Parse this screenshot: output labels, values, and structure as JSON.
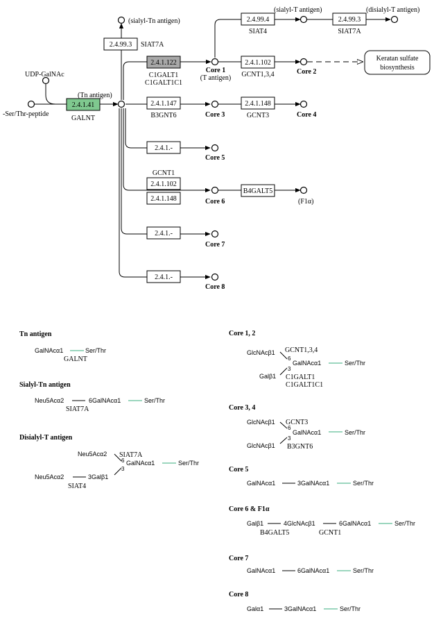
{
  "pathway": {
    "nodes": {
      "ser_thr": "-Ser/Thr-peptide",
      "udp_galnac": "UDP-GalNAc",
      "tn": "(Tn antigen)",
      "sialyl_tn": "(sialyl-Tn antigen)",
      "core1": "Core 1",
      "core1_sub": "(T antigen)",
      "sialyl_t": "(sialyl-T antigen)",
      "disialyl_t": "(disialyl-T antigen)",
      "core2": "Core 2",
      "core3": "Core 3",
      "core4": "Core 4",
      "core5": "Core 5",
      "core6": "Core 6",
      "f1a": "(F1α)",
      "core7": "Core 7",
      "core8": "Core 8",
      "keratan_1": "Keratan sulfate",
      "keratan_2": "biosynthesis"
    },
    "enzymes": {
      "galnt_ec": "2.4.1.41",
      "galnt": "GALNT",
      "siat7a_ec": "2.4.99.3",
      "siat7a": "SIAT7A",
      "c1galt_ec": "2.4.1.122",
      "c1galt1": "C1GALT1",
      "c1galt1c1": "C1GALT1C1",
      "siat4_ec": "2.4.99.4",
      "siat4": "SIAT4",
      "siat7a2_ec": "2.4.99.3",
      "siat7a2": "SIAT7A",
      "gcnt134_ec": "2.4.1.102",
      "gcnt134": "GCNT1,3,4",
      "b3gnt6_ec": "2.4.1.147",
      "b3gnt6": "B3GNT6",
      "gcnt3_ec": "2.4.1.148",
      "gcnt3": "GCNT3",
      "core5_ec": "2.4.1.-",
      "gcnt1": "GCNT1",
      "gcnt1_ec1": "2.4.1.102",
      "gcnt1_ec2": "2.4.1.148",
      "b4galt5": "B4GALT5",
      "core7_ec": "2.4.1.-",
      "core8_ec": "2.4.1.-"
    },
    "colors": {
      "galnt_box": "#7fc88f",
      "c1galt_box": "#a8a8a8",
      "link_line": "#7ac9a8"
    }
  },
  "legend": {
    "tn": {
      "title": "Tn antigen",
      "sugar": "GalNAcα1",
      "end": "Ser/Thr",
      "enzyme": "GALNT"
    },
    "sialyl_tn": {
      "title": "Sialyl-Tn antigen",
      "s1": "Neu5Acα2",
      "s2": "6GalNAcα1",
      "end": "Ser/Thr",
      "enzyme": "SIAT7A"
    },
    "disialyl_t": {
      "title": "Disialyl-T antigen",
      "s1": "Neu5Acα2",
      "enz1": "SIAT7A",
      "n6": "6",
      "center": "GalNAcα1",
      "n3": "3",
      "s2": "Neu5Acα2",
      "s3": "3Galβ1",
      "enz2": "SIAT4",
      "end": "Ser/Thr"
    },
    "core12": {
      "title": "Core 1, 2",
      "s1": "GlcNAcβ1",
      "enz1": "GCNT1,3,4",
      "n6": "6",
      "center": "GalNAcα1",
      "n3": "3",
      "s2": "Galβ1",
      "enz2": "C1GALT1",
      "enz3": "C1GALT1C1",
      "end": "Ser/Thr"
    },
    "core34": {
      "title": "Core 3, 4",
      "s1": "GlcNAcβ1",
      "enz1": "GCNT3",
      "n6": "6",
      "center": "GalNAcα1",
      "n3": "3",
      "s2": "GlcNAcβ1",
      "enz2": "B3GNT6",
      "end": "Ser/Thr"
    },
    "core5": {
      "title": "Core 5",
      "s1": "GalNAcα1",
      "s2": "3GalNAcα1",
      "end": "Ser/Thr"
    },
    "core6": {
      "title": "Core 6 & F1α",
      "s1": "Galβ1",
      "s2": "4GlcNAcβ1",
      "s3": "6GalNAcα1",
      "end": "Ser/Thr",
      "enz1": "B4GALT5",
      "enz2": "GCNT1"
    },
    "core7": {
      "title": "Core 7",
      "s1": "GalNAcα1",
      "s2": "6GalNAcα1",
      "end": "Ser/Thr"
    },
    "core8": {
      "title": "Core 8",
      "s1": "Galα1",
      "s2": "3GalNAcα1",
      "end": "Ser/Thr"
    }
  }
}
